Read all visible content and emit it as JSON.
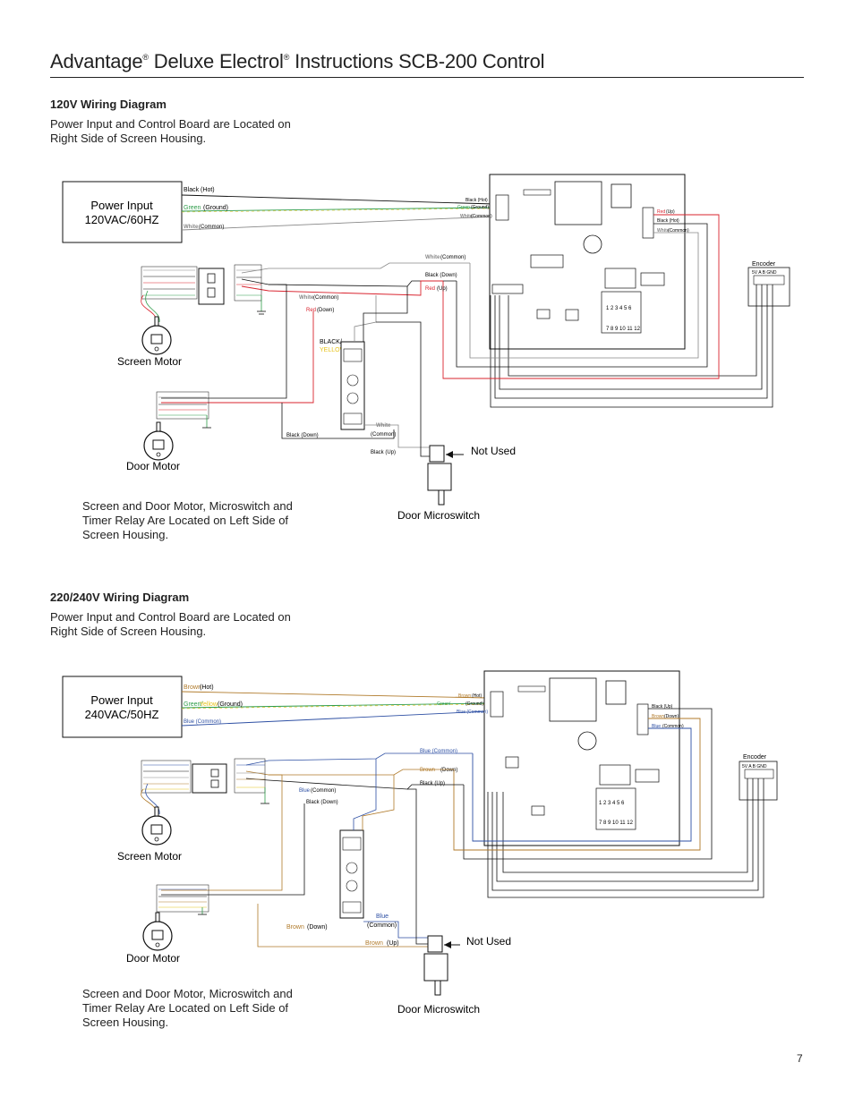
{
  "page": {
    "title_a": "Advantage",
    "title_reg1": "®",
    "title_b": " Deluxe Electrol",
    "title_reg2": "®",
    "title_c": " Instructions SCB-200 Control",
    "page_number": "7"
  },
  "colors": {
    "black": "#111111",
    "red": "#d9232e",
    "green": "#2e9c4a",
    "yellow": "#e6c21a",
    "blue": "#2d4fa3",
    "brown": "#b07a2a",
    "gray": "#888888"
  },
  "d120": {
    "heading": "120V Wiring Diagram",
    "desc": "Power Input and Control Board are Located on Right Side of Screen Housing.",
    "power_line1": "Power Input",
    "power_line2": "120VAC/60HZ",
    "w_black_hot": "Black (Hot)",
    "w_green": "Green",
    "w_ground": "(Ground)",
    "w_white": "White",
    "w_common": "(Common)",
    "b_black_hot": "Black (Hot)",
    "b_green": "Green",
    "b_ground": "(Ground)",
    "b_white": "White",
    "b_common": "(Common)",
    "r_red": "Red",
    "r_up": "(Up)",
    "r_black_hot": "Black (Hot)",
    "r_white": "White",
    "r_common": "(Common)",
    "enc": "Encoder",
    "enc_pins": "5V A B GND",
    "c_white": "White",
    "c_common": "(Common)",
    "c_black_down": "Black (Down)",
    "c_red": "Red",
    "c_up": "(Up)",
    "m_white": "White",
    "m_common": "(Common)",
    "m_red": "Red",
    "m_down": "(Down)",
    "relay_black": "BLACK/",
    "relay_yellow": "YELLOW",
    "l_black_down": "Black (Down)",
    "l_white": "White",
    "l_common": "(Common)",
    "l_black_up": "Black (Up)",
    "screen_motor": "Screen Motor",
    "door_motor": "Door Motor",
    "not_used": "Not Used",
    "door_switch": "Door Microswitch",
    "note": "Screen and Door Motor, Microswitch and Timer Relay Are Located on Left Side of Screen Housing.",
    "board_top": "1 2 3 4 5 6",
    "board_bot": "7 8 9 10 11 12"
  },
  "d240": {
    "heading": "220/240V Wiring Diagram",
    "desc": "Power Input and Control Board are Located on Right Side of Screen Housing.",
    "power_line1": "Power Input",
    "power_line2": "240VAC/50HZ",
    "w_brown": "Brown",
    "w_hot": "(Hot)",
    "w_greenyellow": "Green/",
    "w_yellow": "Yellow",
    "w_ground": "(Ground)",
    "w_blue_common": "Blue (Common)",
    "b_brown": "Brown",
    "b_hot": "(Hot)",
    "b_greenyellow": "Green/",
    "b_ground": "(Ground)",
    "b_blue_common": "Blue (Common)",
    "r_black_up": "Black (Up)",
    "r_brown": "Brown",
    "r_down": "(Down)",
    "r_blue": "Blue",
    "r_common": "(Common)",
    "enc": "Encoder",
    "enc_pins": "5V A B GND",
    "c_blue_common": "Blue (Common)",
    "c_brown": "Brown",
    "c_down": "(Down)",
    "c_black_up": "Black (Up)",
    "m_blue": "Blue",
    "m_common": "(Common)",
    "m_black_down": "Black (Down)",
    "l_brown": "Brown",
    "l_down": "(Down)",
    "l_blue": "Blue",
    "l_common": "(Common)",
    "l_brown2": "Brown",
    "l_up": "(Up)",
    "screen_motor": "Screen Motor",
    "door_motor": "Door Motor",
    "not_used": "Not Used",
    "door_switch": "Door Microswitch",
    "note": "Screen and Door Motor, Microswitch and Timer Relay Are Located on Left Side of Screen Housing.",
    "board_top": "1 2 3 4 5 6",
    "board_bot": "7 8 9 10 11 12"
  }
}
